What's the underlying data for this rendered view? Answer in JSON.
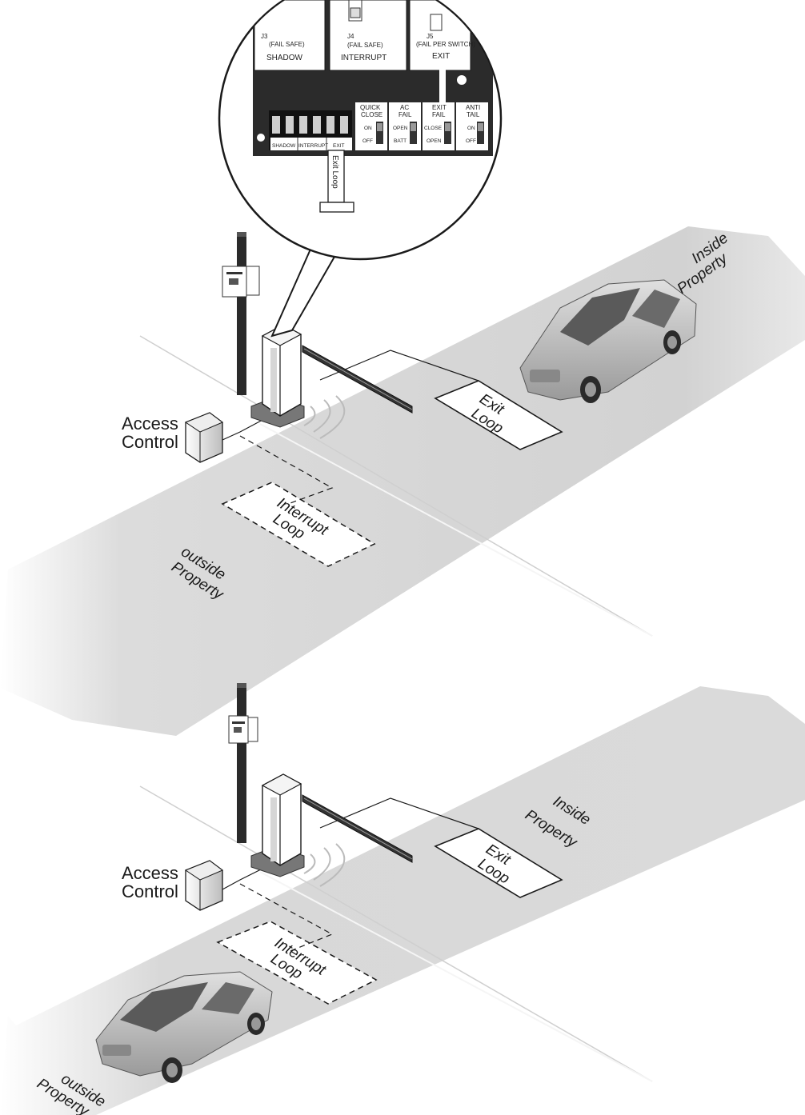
{
  "panel": {
    "connectors": [
      {
        "id": "J3",
        "note": "(FAIL SAFE)",
        "name": "SHADOW"
      },
      {
        "id": "J4",
        "note": "(FAIL SAFE)",
        "name": "INTERRUPT"
      },
      {
        "id": "J5",
        "note": "(FAIL PER SWITCH)",
        "name": "EXIT"
      }
    ],
    "dip_labels": [
      "SHADOW",
      "INTERRUPT",
      "EXIT"
    ],
    "switches": [
      {
        "title1": "QUICK",
        "title2": "CLOSE",
        "top": "ON",
        "bottom": "OFF"
      },
      {
        "title1": "AC",
        "title2": "FAIL",
        "top": "OPEN",
        "bottom": "BATT"
      },
      {
        "title1": "EXIT",
        "title2": "FAIL",
        "top": "CLOSE",
        "bottom": "OPEN"
      },
      {
        "title1": "ANTI",
        "title2": "TAIL",
        "top": "ON",
        "bottom": "OFF"
      }
    ],
    "exit_loop_cable": "Exit Loop"
  },
  "scene_top": {
    "access_control_line1": "Access",
    "access_control_line2": "Control",
    "exit_loop_line1": "Exit",
    "exit_loop_line2": "Loop",
    "interrupt_loop_line1": "Interrupt",
    "interrupt_loop_line2": "Loop",
    "inside_line1": "Inside",
    "inside_line2": "Property",
    "outside_line1": "outside",
    "outside_line2": "Property"
  },
  "scene_bottom": {
    "access_control_line1": "Access",
    "access_control_line2": "Control",
    "exit_loop_line1": "Exit",
    "exit_loop_line2": "Loop",
    "interrupt_loop_line1": "Interrupt",
    "interrupt_loop_line2": "Loop",
    "inside_line1": "Inside",
    "inside_line2": "Property",
    "outside_line1": "outside",
    "outside_line2": "Property"
  },
  "colors": {
    "road": "#d4d4d4",
    "road_edge": "#e6e6e6",
    "line": "#1a1a1a",
    "car_body": "#c4c4c4",
    "car_window": "#555555",
    "post": "#2a2a2a",
    "panel_bg": "#2b2b2b"
  }
}
